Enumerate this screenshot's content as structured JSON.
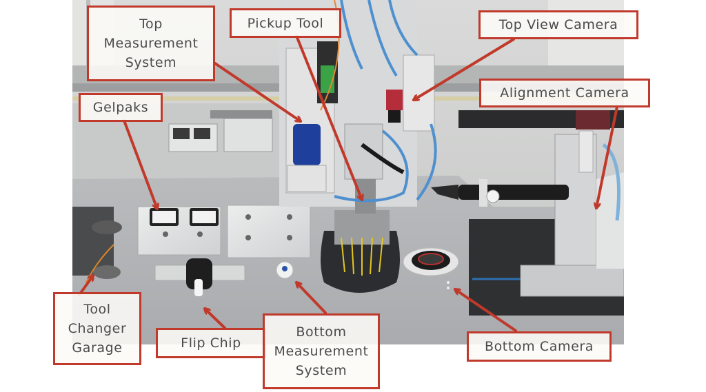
{
  "figure": {
    "subject": "Die bonding / pick-and-place machine annotated photo",
    "annotation_color": "#c0392b",
    "label_text_color": "#4a4a4a",
    "callouts": [
      {
        "id": "top-measurement-system",
        "lines": [
          "Top",
          "Measurement",
          "System"
        ]
      },
      {
        "id": "pickup-tool",
        "lines": [
          "Pickup Tool"
        ]
      },
      {
        "id": "top-view-camera",
        "lines": [
          "Top View Camera"
        ]
      },
      {
        "id": "alignment-camera",
        "lines": [
          "Alignment Camera"
        ]
      },
      {
        "id": "gelpaks",
        "lines": [
          "Gelpaks"
        ]
      },
      {
        "id": "tool-changer-garage",
        "lines": [
          "Tool",
          "Changer",
          "Garage"
        ]
      },
      {
        "id": "flip-chip",
        "lines": [
          "Flip Chip"
        ]
      },
      {
        "id": "bottom-measurement-system",
        "lines": [
          "Bottom",
          "Measurement",
          "System"
        ]
      },
      {
        "id": "bottom-camera",
        "lines": [
          "Bottom Camera"
        ]
      }
    ]
  }
}
